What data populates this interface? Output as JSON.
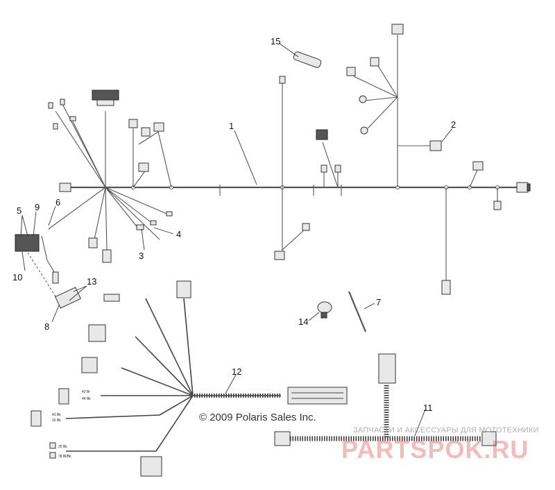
{
  "callouts": [
    "1",
    "2",
    "3",
    "4",
    "5",
    "6",
    "7",
    "8",
    "9",
    "10",
    "11",
    "12",
    "13",
    "14",
    "15"
  ],
  "pin_labels": {
    "a1": "42 Br",
    "a2": "44 Bk",
    "b1": "43 Bk",
    "b2": "16 Bk",
    "c1": "25 Bk",
    "c2": "78 Bl/Bk"
  },
  "copyright": "© 2009 Polaris Sales Inc.",
  "watermark": {
    "caption": "ЗАПЧАСТИ И АКСЕССУАРЫ ДЛЯ МОТОТЕХНИКИ",
    "brand": "PARTSPOK.RU"
  },
  "colors": {
    "line": "#555555",
    "watermark": "#e03c3c"
  }
}
